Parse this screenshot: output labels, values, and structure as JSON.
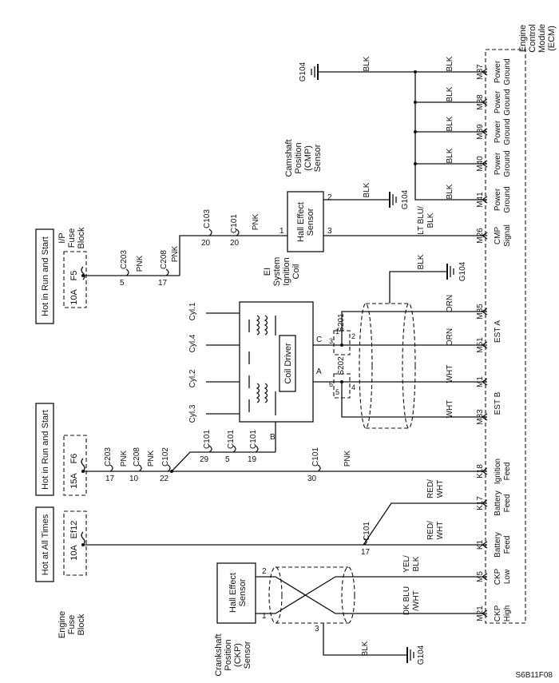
{
  "diagram": {
    "figure_code": "S6B11F08",
    "ecm": {
      "title": "Engine Control Module (ECM)"
    },
    "fuse_blocks": [
      {
        "heading": "Hot at All Times",
        "block": "Engine Fuse Block",
        "fuse": "Ef12",
        "rating": "10A"
      },
      {
        "heading": "Hot in Run and Start",
        "block": "",
        "fuse": "F6",
        "rating": "15A"
      },
      {
        "heading": "Hot in Run and Start",
        "block": "I/P Fuse Block",
        "fuse": "F5",
        "rating": "10A"
      }
    ],
    "sensors": {
      "ckp": {
        "name": "Crankshaft Position (CKP) Sensor",
        "inner": "Hall Effect Sensor",
        "pins": [
          "1",
          "2",
          "3"
        ]
      },
      "cmp": {
        "name": "Camshaft Position (CMP) Sensor",
        "inner": "Hall Effect Sensor",
        "pins": [
          "1",
          "2",
          "3"
        ]
      }
    },
    "coil": {
      "name": "EI System Ignition Coil",
      "driver": "Coil Driver",
      "cylinders": [
        "Cyl.3",
        "Cyl.2",
        "Cyl.4",
        "Cyl.1"
      ],
      "pins": [
        "A",
        "B",
        "C"
      ]
    },
    "grounds": {
      "ckp": "G104",
      "cmp": "G104",
      "shield": "G104",
      "ecm": "G104"
    },
    "ecm_pins": [
      {
        "pin": "M21",
        "label": "CKP High",
        "wire": "DK BLU /WHT"
      },
      {
        "pin": "M5",
        "label": "CKP Low",
        "wire": "YEL/ BLK"
      },
      {
        "pin": "K1",
        "label": "Battery Feed",
        "wire": "RED/ WHT"
      },
      {
        "pin": "K17",
        "label": "Battery Feed",
        "wire": "RED/ WHT"
      },
      {
        "pin": "K18",
        "label": "Ignition Feed",
        "wire": "PNK"
      },
      {
        "pin": "M33",
        "label": "EST B",
        "wire": "WHT"
      },
      {
        "pin": "M1",
        "label": "",
        "wire": "WHT"
      },
      {
        "pin": "M51",
        "label": "EST A",
        "wire": "ORN"
      },
      {
        "pin": "M35",
        "label": "",
        "wire": "ORN"
      },
      {
        "pin": "M26",
        "label": "CMP Signal",
        "wire": "LT BLU/ BLK"
      },
      {
        "pin": "M41",
        "label": "Power Ground",
        "wire": "BLK"
      },
      {
        "pin": "M40",
        "label": "Power Ground",
        "wire": "BLK"
      },
      {
        "pin": "M39",
        "label": "Power Ground",
        "wire": "BLK"
      },
      {
        "pin": "M38",
        "label": "Power Ground",
        "wire": "BLK"
      },
      {
        "pin": "M37",
        "label": "Power Ground",
        "wire": "BLK"
      }
    ],
    "connectors": {
      "c101": "C101",
      "c102": "C102",
      "c103": "C103",
      "c203": "C203",
      "c208": "C208",
      "s201": "S201",
      "s202": "S202"
    },
    "connector_pins": {
      "k1_c101": "17",
      "f6_c203": "17",
      "f6_c208": "10",
      "f6_c102": "22",
      "c101_29": "29",
      "c101_5": "5",
      "c101_19": "19",
      "c101_30": "30",
      "f5_c203": "5",
      "f5_c208": "17",
      "c101_20": "20",
      "c103_20": "20",
      "s202_6": "6",
      "s202_5": "5",
      "s202_4": "4",
      "s201_3": "3",
      "s201_1": "1",
      "s201_2": "2"
    },
    "wire_colors": {
      "pnk": "PNK",
      "blk": "BLK",
      "wht": "WHT",
      "orn": "ORN"
    }
  }
}
